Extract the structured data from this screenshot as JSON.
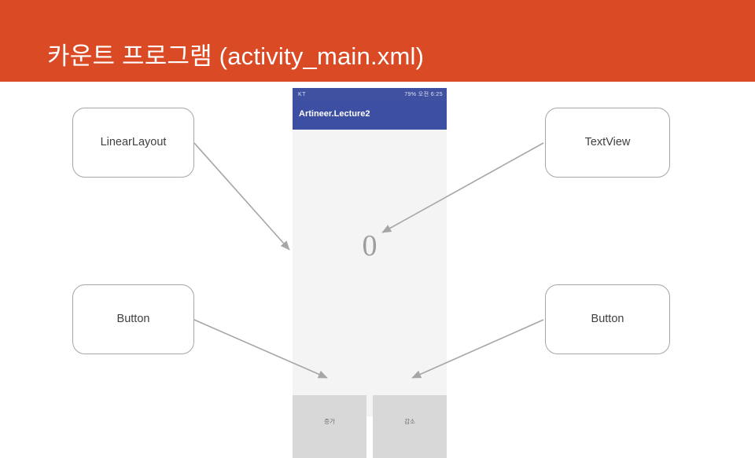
{
  "slide": {
    "title": "카운트 프로그램 (activity_main.xml)",
    "header_color": "#d94a25"
  },
  "phone": {
    "status_bar": {
      "left_text": "KT",
      "right_text": "79% 오전 6:25",
      "bar_color": "#3f51a0"
    },
    "app_bar": {
      "title": "Artineer.Lecture2",
      "bar_color": "#3c4fa3"
    },
    "count_text": "0",
    "buttons": [
      {
        "label": "증가"
      },
      {
        "label": "감소"
      }
    ]
  },
  "callouts": [
    {
      "label": "LinearLayout"
    },
    {
      "label": "TextView"
    },
    {
      "label": "Button"
    },
    {
      "label": "Button"
    }
  ]
}
